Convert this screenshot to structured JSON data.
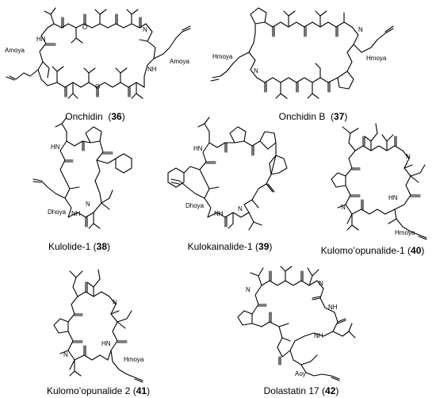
{
  "compounds": [
    {
      "name": "Onchidin",
      "number": "36",
      "residues": [
        "Amoya",
        "Amoya"
      ]
    },
    {
      "name": "Onchidin B",
      "number": "37",
      "residues": [
        "Hmoya",
        "Hmoya"
      ]
    },
    {
      "name": "Kulolide-1",
      "number": "38",
      "residues": [
        "Dhoya"
      ]
    },
    {
      "name": "Kulokainalide-1",
      "number": "39",
      "residues": [
        "Dhoya"
      ]
    },
    {
      "name": "Kulomo’opunalide-1",
      "number": "40",
      "residues": [
        "Hmoya"
      ]
    },
    {
      "name": "Kulomo’opunalide 2",
      "number": "41",
      "residues": [
        "Hmoya"
      ]
    },
    {
      "name": "Dolastatin 17",
      "number": "42",
      "residues": [
        "Aoy"
      ]
    }
  ],
  "atoms": {
    "nh": "NH",
    "hn": "HN",
    "n": "N",
    "o": "O"
  }
}
